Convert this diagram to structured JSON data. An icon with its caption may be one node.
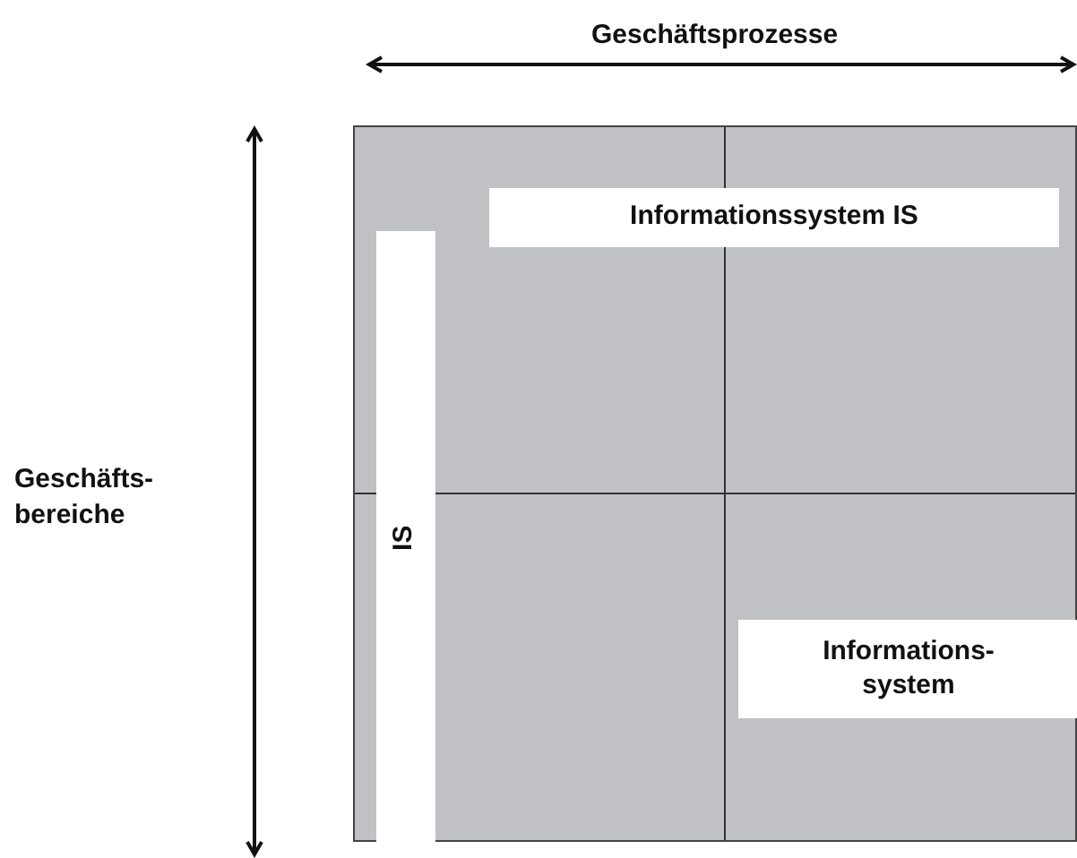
{
  "diagram": {
    "nodes": [
      {
        "text": [],
        "shape": "box"
      },
      {
        "text": [
          "Informationssystem IS"
        ],
        "in": 0
      },
      {
        "text": [
          "IS"
        ],
        "in": 0
      },
      {
        "text": [
          "Informations- system"
        ],
        "in": 0
      }
    ],
    "labels": [
      "Geschäftsprozesse",
      "Geschäfts- bereiche"
    ]
  }
}
